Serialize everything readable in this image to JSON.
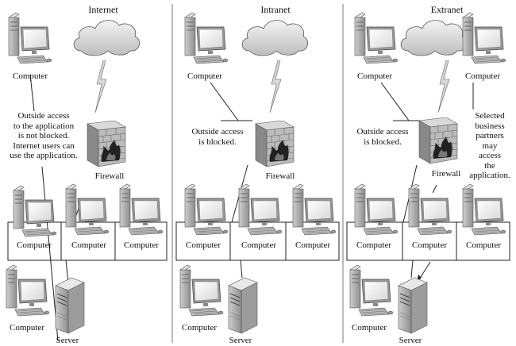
{
  "panels": [
    {
      "title": "Internet",
      "computer_labels": [
        "Computer",
        "Computer",
        "Computer",
        "Computer",
        "Computer"
      ],
      "firewall_label": "Firewall",
      "server_label": "Server",
      "note_left": "Outside access\nto the application\nis not blocked.\nInternet users can\nuse the application."
    },
    {
      "title": "Intranet",
      "computer_labels": [
        "Computer",
        "Computer",
        "Computer",
        "Computer",
        "Computer"
      ],
      "firewall_label": "Firewall",
      "server_label": "Server",
      "note_left": "Outside access\nis blocked."
    },
    {
      "title": "Extranet",
      "computer_labels": [
        "Computer",
        "Computer",
        "Computer",
        "Computer",
        "Computer",
        "Computer"
      ],
      "firewall_label": "Firewall",
      "server_label": "Server",
      "note_left": "Outside access\nis blocked.",
      "note_right": "Selected\nbusiness\npartners\nmay\naccess\nthe\napplication."
    }
  ]
}
